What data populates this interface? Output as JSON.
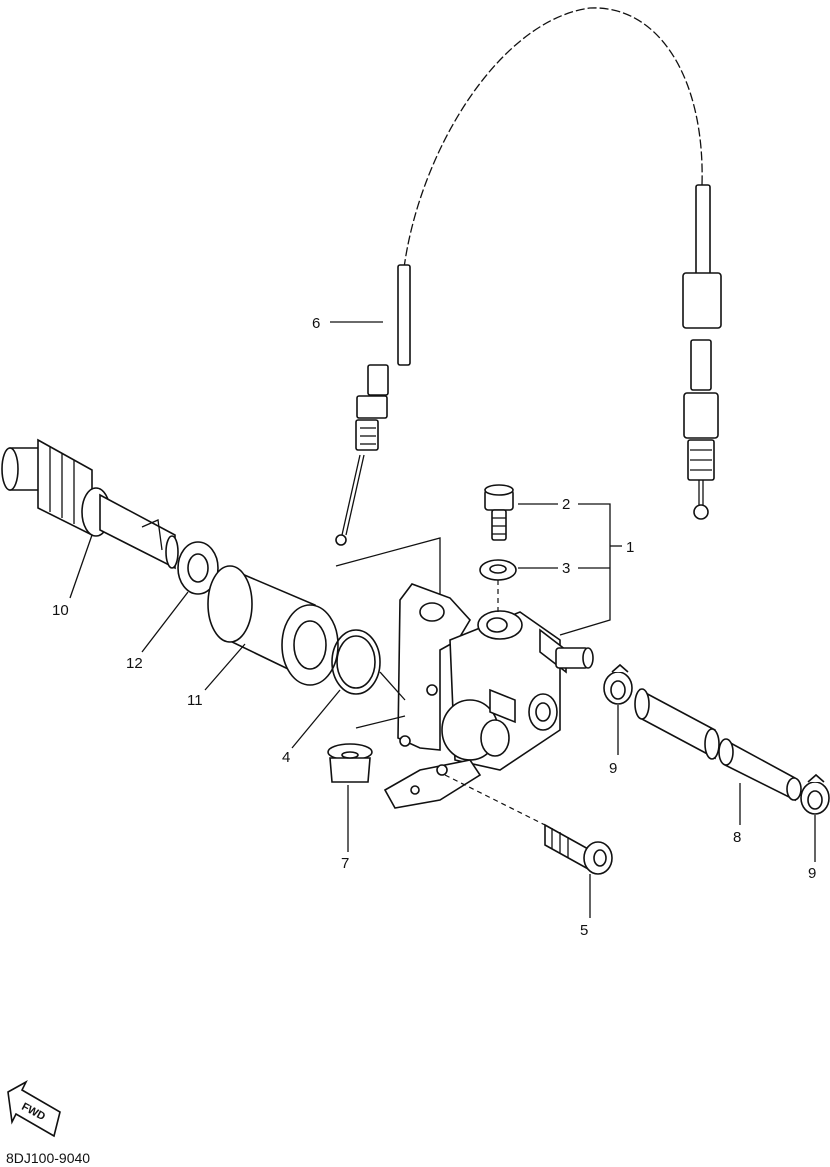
{
  "callouts": {
    "c1": "1",
    "c2": "2",
    "c3": "3",
    "c4": "4",
    "c5": "5",
    "c6": "6",
    "c7": "7",
    "c8": "8",
    "c9a": "9",
    "c9b": "9",
    "c10": "10",
    "c11": "11",
    "c12": "12"
  },
  "fwd_label": "FWD",
  "diagram_code": "8DJ100-9040"
}
